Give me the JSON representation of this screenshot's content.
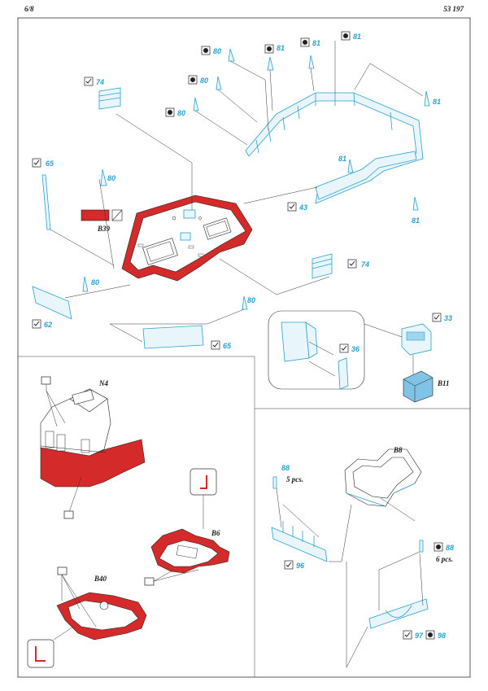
{
  "header": {
    "page": "6/8",
    "code": "53 197"
  },
  "parts": {
    "p80a": "80",
    "p80b": "80",
    "p80c": "80",
    "p80d": "80",
    "p80e": "80",
    "p80f": "80",
    "p81a": "81",
    "p81b": "81",
    "p81c": "81",
    "p81d": "81",
    "p81e": "81",
    "p81f": "81",
    "p74a": "74",
    "p74b": "74",
    "p65a": "65",
    "p65b": "65",
    "p62": "62",
    "p43": "43",
    "p33": "33",
    "p36": "36",
    "p88a": "88",
    "p88b": "88",
    "p96": "96",
    "p97": "97",
    "p98": "98"
  },
  "callouts": {
    "b39": "B39",
    "b11": "B11",
    "n4": "N4",
    "b6": "B6",
    "b8": "B8",
    "b40": "B40",
    "pcs5": "5 pcs.",
    "pcs6": "6 pcs."
  },
  "colors": {
    "etch": "#2aa0d2",
    "paint_red": "#d42a2a",
    "frame": "#333333"
  }
}
